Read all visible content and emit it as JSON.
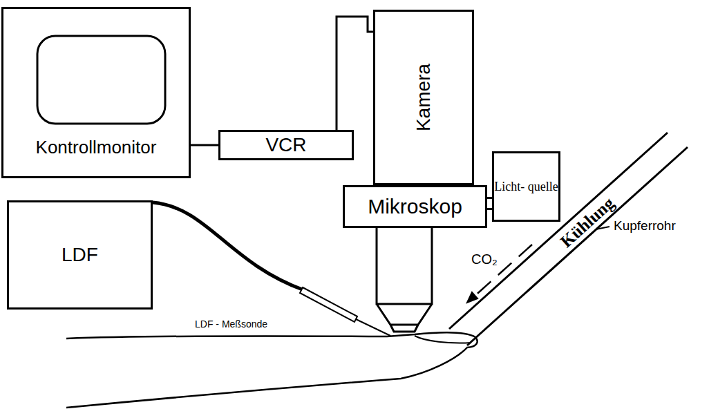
{
  "diagram": {
    "nodes": [
      {
        "text": [
          "Kontrollmonitor"
        ]
      },
      {
        "text": [
          "VCR"
        ]
      },
      {
        "text": [
          "Kamera"
        ]
      },
      {
        "text": [
          "Licht- quelle"
        ]
      },
      {
        "text": [
          "Mikroskop"
        ]
      },
      {
        "text": [
          "LDF"
        ]
      }
    ],
    "edges": [
      {
        "from": 0,
        "to": 1,
        "arrow": "none"
      },
      {
        "from": 1,
        "to": 2,
        "arrow": "none"
      },
      {
        "from": 4,
        "to": 3,
        "arrow": "none"
      }
    ],
    "labels": [
      "LDF - Meßsonde",
      "Kühlung",
      "CO₂",
      "Kupferrohr"
    ]
  }
}
